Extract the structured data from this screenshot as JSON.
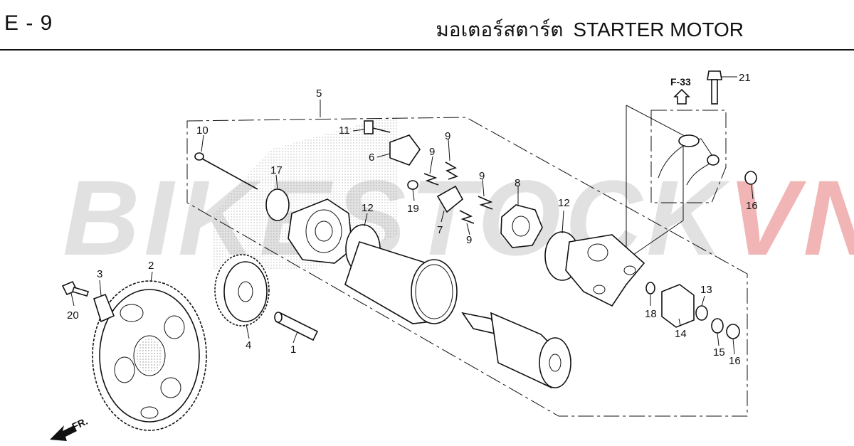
{
  "header": {
    "page_code": "E - 9",
    "title_th": "มอเตอร์สตาร์ต",
    "title_en": "STARTER MOTOR"
  },
  "watermark": {
    "main": "BIKESTOCK",
    "suffix": "VN"
  },
  "reference": {
    "label": "F-33"
  },
  "direction": {
    "label": "FR."
  },
  "callouts": {
    "c1": "1",
    "c2": "2",
    "c3": "3",
    "c4": "4",
    "c5": "5",
    "c6": "6",
    "c7": "7",
    "c8": "8",
    "c9a": "9",
    "c9b": "9",
    "c9c": "9",
    "c9d": "9",
    "c10": "10",
    "c11": "11",
    "c12a": "12",
    "c12b": "12",
    "c13": "13",
    "c14": "14",
    "c15": "15",
    "c16a": "16",
    "c16b": "16",
    "c17": "17",
    "c18": "18",
    "c19": "19",
    "c20": "20",
    "c21": "21"
  },
  "colors": {
    "ink": "#111111",
    "watermark_grey": "#c8c8c8",
    "watermark_red": "#e67878"
  }
}
